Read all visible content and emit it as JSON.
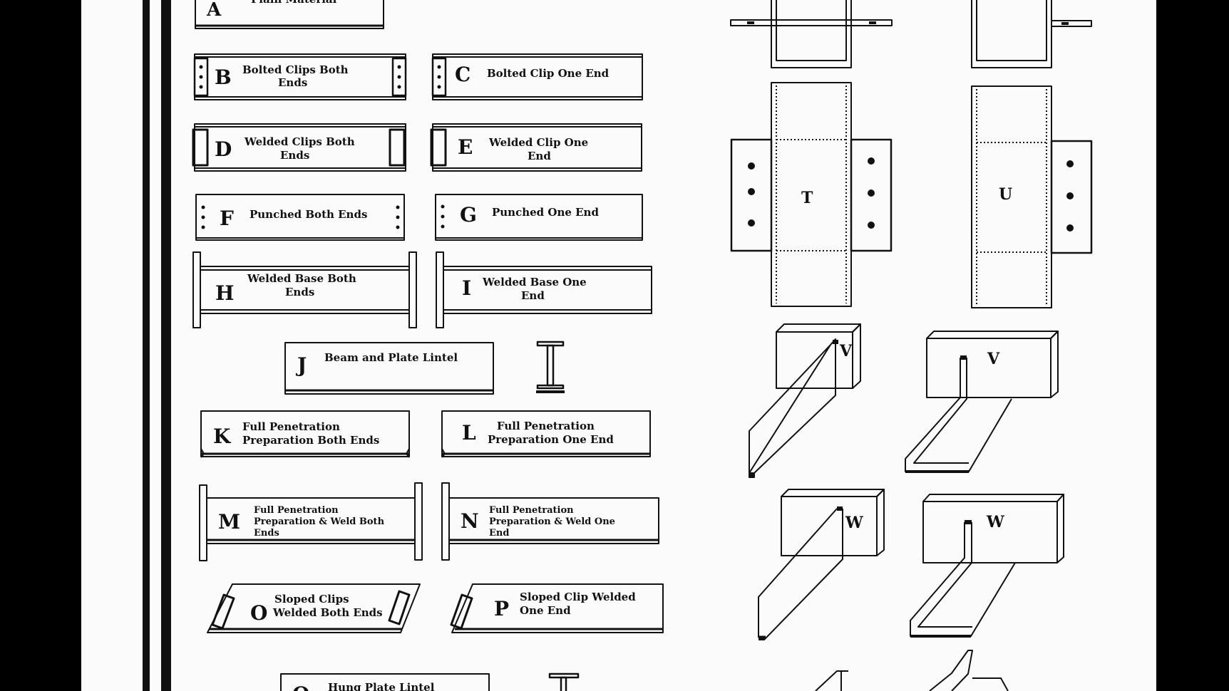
{
  "page": {
    "background": "#000000",
    "sheet_color": "#fbfbfb",
    "ink": "#111111"
  },
  "pieces": [
    {
      "id": "A",
      "letter": "A",
      "lines": [
        "Plain Material"
      ],
      "end_detail": "none"
    },
    {
      "id": "B",
      "letter": "B",
      "lines": [
        "Bolted Clips Both",
        "Ends"
      ],
      "end_detail": "bolted-clips-both"
    },
    {
      "id": "C",
      "letter": "C",
      "lines": [
        "Bolted Clip One End"
      ],
      "end_detail": "bolted-clip-one"
    },
    {
      "id": "D",
      "letter": "D",
      "lines": [
        "Welded Clips Both",
        "Ends"
      ],
      "end_detail": "welded-clips-both"
    },
    {
      "id": "E",
      "letter": "E",
      "lines": [
        "Welded Clip One",
        "End"
      ],
      "end_detail": "welded-clip-one"
    },
    {
      "id": "F",
      "letter": "F",
      "lines": [
        "Punched Both Ends"
      ],
      "end_detail": "punched-both"
    },
    {
      "id": "G",
      "letter": "G",
      "lines": [
        "Punched One End"
      ],
      "end_detail": "punched-one"
    },
    {
      "id": "H",
      "letter": "H",
      "lines": [
        "Welded Base Both",
        "Ends"
      ],
      "end_detail": "welded-base-both"
    },
    {
      "id": "I",
      "letter": "I",
      "lines": [
        "Welded Base One",
        "End"
      ],
      "end_detail": "welded-base-one"
    },
    {
      "id": "J",
      "letter": "J",
      "lines": [
        "Beam and Plate Lintel"
      ],
      "end_detail": "lintel"
    },
    {
      "id": "K",
      "letter": "K",
      "lines": [
        "Full Penetration",
        "Preparation Both Ends"
      ],
      "end_detail": "prep-both"
    },
    {
      "id": "L",
      "letter": "L",
      "lines": [
        "Full Penetration",
        "Preparation One End"
      ],
      "end_detail": "prep-one"
    },
    {
      "id": "M",
      "letter": "M",
      "lines": [
        "Full Penetration",
        "Preparation & Weld Both",
        "Ends"
      ],
      "end_detail": "prep-weld-both"
    },
    {
      "id": "N",
      "letter": "N",
      "lines": [
        "Full Penetration",
        "Preparation & Weld One",
        "End"
      ],
      "end_detail": "prep-weld-one"
    },
    {
      "id": "O",
      "letter": "O",
      "lines": [
        "Sloped Clips",
        "Welded Both Ends"
      ],
      "end_detail": "sloped-both"
    },
    {
      "id": "P",
      "letter": "P",
      "lines": [
        "Sloped Clip Welded",
        "One End"
      ],
      "end_detail": "sloped-one"
    },
    {
      "id": "Q",
      "letter": "Q",
      "lines": [
        "Hung Plate Lintel"
      ],
      "end_detail": "hung-lintel"
    }
  ],
  "details": [
    {
      "id": "T",
      "letter": "T"
    },
    {
      "id": "U",
      "letter": "U"
    },
    {
      "id": "V1",
      "letter": "V"
    },
    {
      "id": "V2",
      "letter": "V"
    },
    {
      "id": "W1",
      "letter": "W"
    },
    {
      "id": "W2",
      "letter": "W"
    }
  ]
}
